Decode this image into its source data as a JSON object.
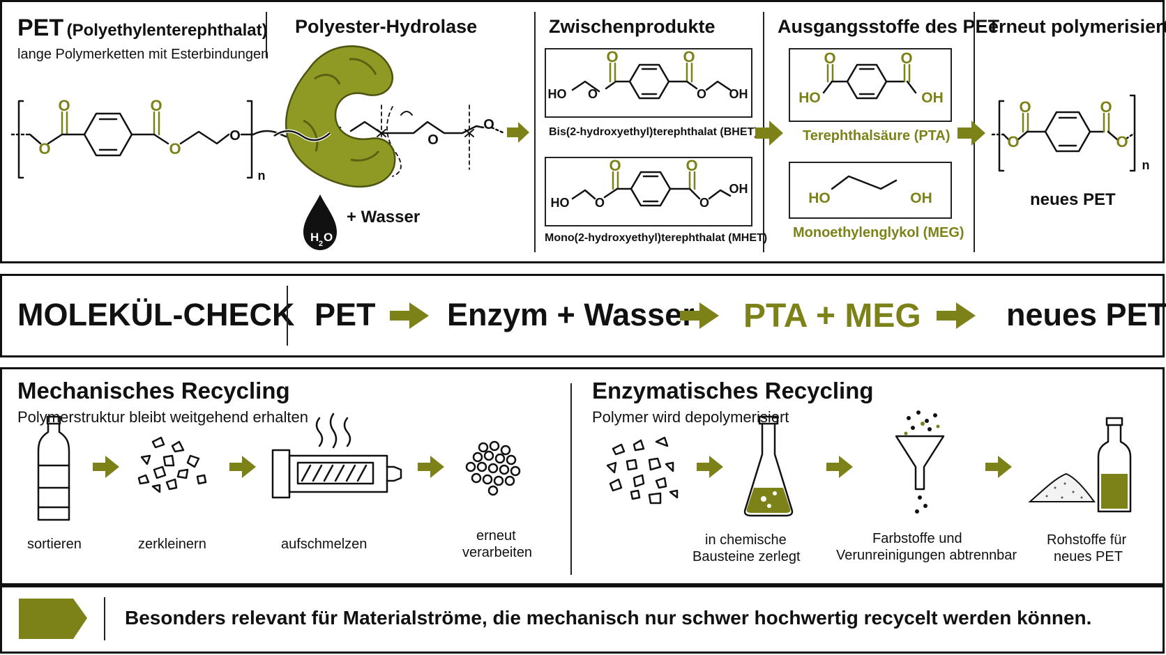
{
  "colors": {
    "accent": "#7c8218",
    "ink": "#111111",
    "enzyme": "#8f9a24"
  },
  "pet": {
    "title": "PET",
    "title_sub": "(Polyethylenterephthalat)",
    "subtitle": "lange Polymerketten mit Esterbindungen",
    "subscript_n": "n"
  },
  "enzyme": {
    "title": "Polyester-Hydrolase",
    "water_label": "+ Wasser",
    "h2o_h": "H",
    "h2o_2": "2",
    "h2o_o": "O"
  },
  "intermediates": {
    "title": "Zwischenprodukte",
    "bhet": "Bis(2-hydroxyethyl)terephthalat (BHET)",
    "mhet": "Mono(2-hydroxyethyl)terephthalat (MHET)"
  },
  "feedstock": {
    "title": "Ausgangsstoffe des PET",
    "pta": "Terephthalsäure (PTA)",
    "meg": "Monoethylenglykol (MEG)"
  },
  "repoly": {
    "title": "erneut polymerisiert",
    "label": "neues PET",
    "subscript_n": "n"
  },
  "atoms": {
    "o": "O",
    "ho": "HO",
    "oh": "OH"
  },
  "molecule_check": {
    "label": "MOLEKÜL-CHECK",
    "step1": "PET",
    "step2": "Enzym + Wasser",
    "step3": "PTA + MEG",
    "step4": "neues PET"
  },
  "mechanical": {
    "title": "Mechanisches Recycling",
    "subtitle": "Polymerstruktur bleibt weitgehend erhalten",
    "steps": [
      "sortieren",
      "zerkleinern",
      "aufschmelzen",
      "erneut",
      "verarbeiten"
    ]
  },
  "enzymatic": {
    "title": "Enzymatisches Recycling",
    "subtitle": "Polymer wird depolymerisiert",
    "steps": [
      "in chemische",
      "Bausteine zerlegt",
      "Farbstoffe und",
      "Verunreinigungen abtrennbar",
      "Rohstoffe für",
      "neues PET"
    ]
  },
  "footer": {
    "text": "Besonders relevant für Materialströme, die mechanisch nur schwer hochwertig recycelt werden können."
  },
  "icons": [
    "bottle-icon",
    "flakes-icon",
    "extruder-icon",
    "pellets-icon",
    "flask-icon",
    "funnel-icon",
    "powder-jar-icon",
    "arrow-right-icon",
    "water-drop-icon",
    "enzyme-icon",
    "ribbon-icon"
  ]
}
